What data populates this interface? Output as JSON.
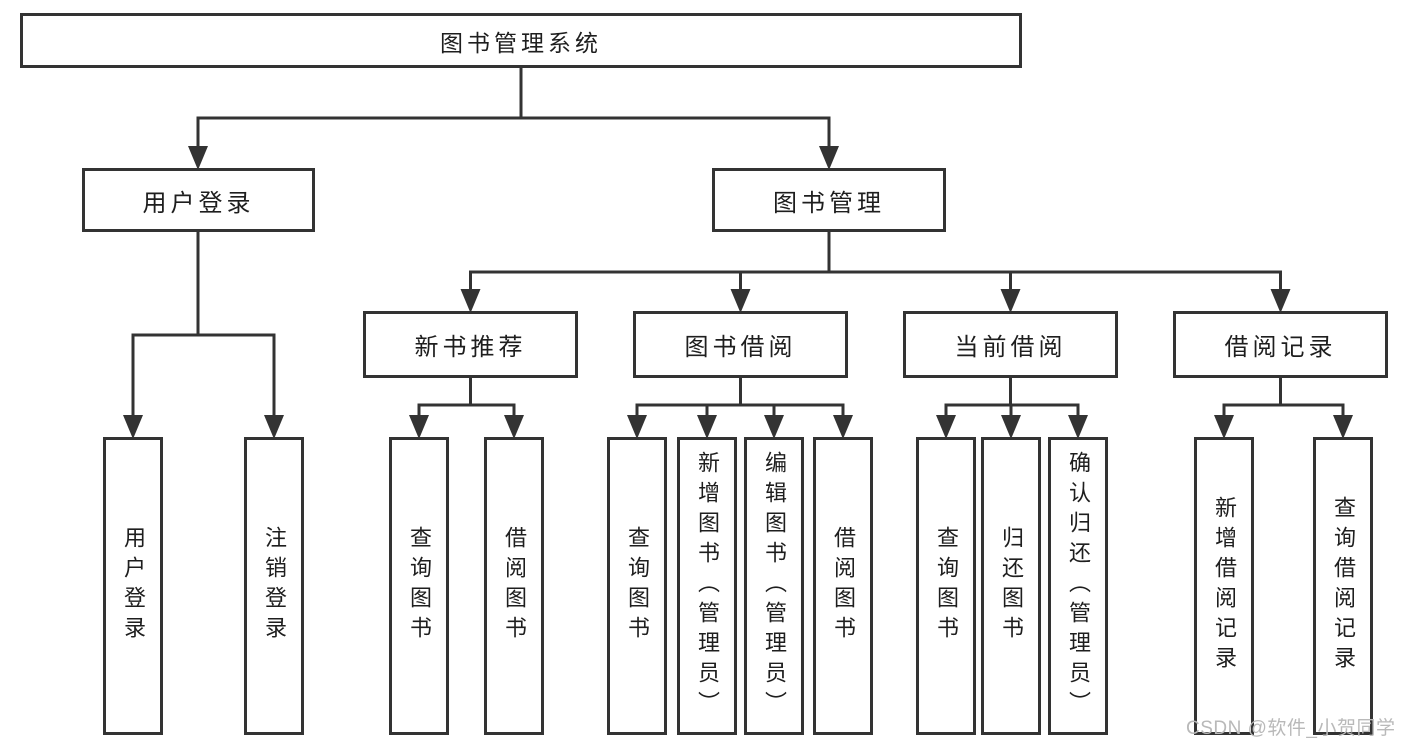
{
  "diagram": {
    "type": "hierarchy-tree",
    "root": {
      "label": "图书管理系统"
    },
    "branches": [
      {
        "label": "用户登录",
        "children": [
          {
            "label": "用户登录"
          },
          {
            "label": "注销登录"
          }
        ]
      },
      {
        "label": "图书管理",
        "children": [
          {
            "label": "新书推荐",
            "children": [
              {
                "label": "查询图书"
              },
              {
                "label": "借阅图书"
              }
            ]
          },
          {
            "label": "图书借阅",
            "children": [
              {
                "label": "查询图书"
              },
              {
                "label": "新增图书（管理员）"
              },
              {
                "label": "编辑图书（管理员）"
              },
              {
                "label": "借阅图书"
              }
            ]
          },
          {
            "label": "当前借阅",
            "children": [
              {
                "label": "查询图书"
              },
              {
                "label": "归还图书"
              },
              {
                "label": "确认归还（管理员）"
              }
            ]
          },
          {
            "label": "借阅记录",
            "children": [
              {
                "label": "新增借阅记录"
              },
              {
                "label": "查询借阅记录"
              }
            ]
          }
        ]
      }
    ]
  },
  "watermark": {
    "text": "CSDN @软件_小贺同学"
  },
  "colors": {
    "line": "#333333",
    "box_border": "#333333",
    "box_background": "#ffffff",
    "text": "#1e1e1e",
    "watermark": "#b9b9b9",
    "background": "#ffffff"
  }
}
